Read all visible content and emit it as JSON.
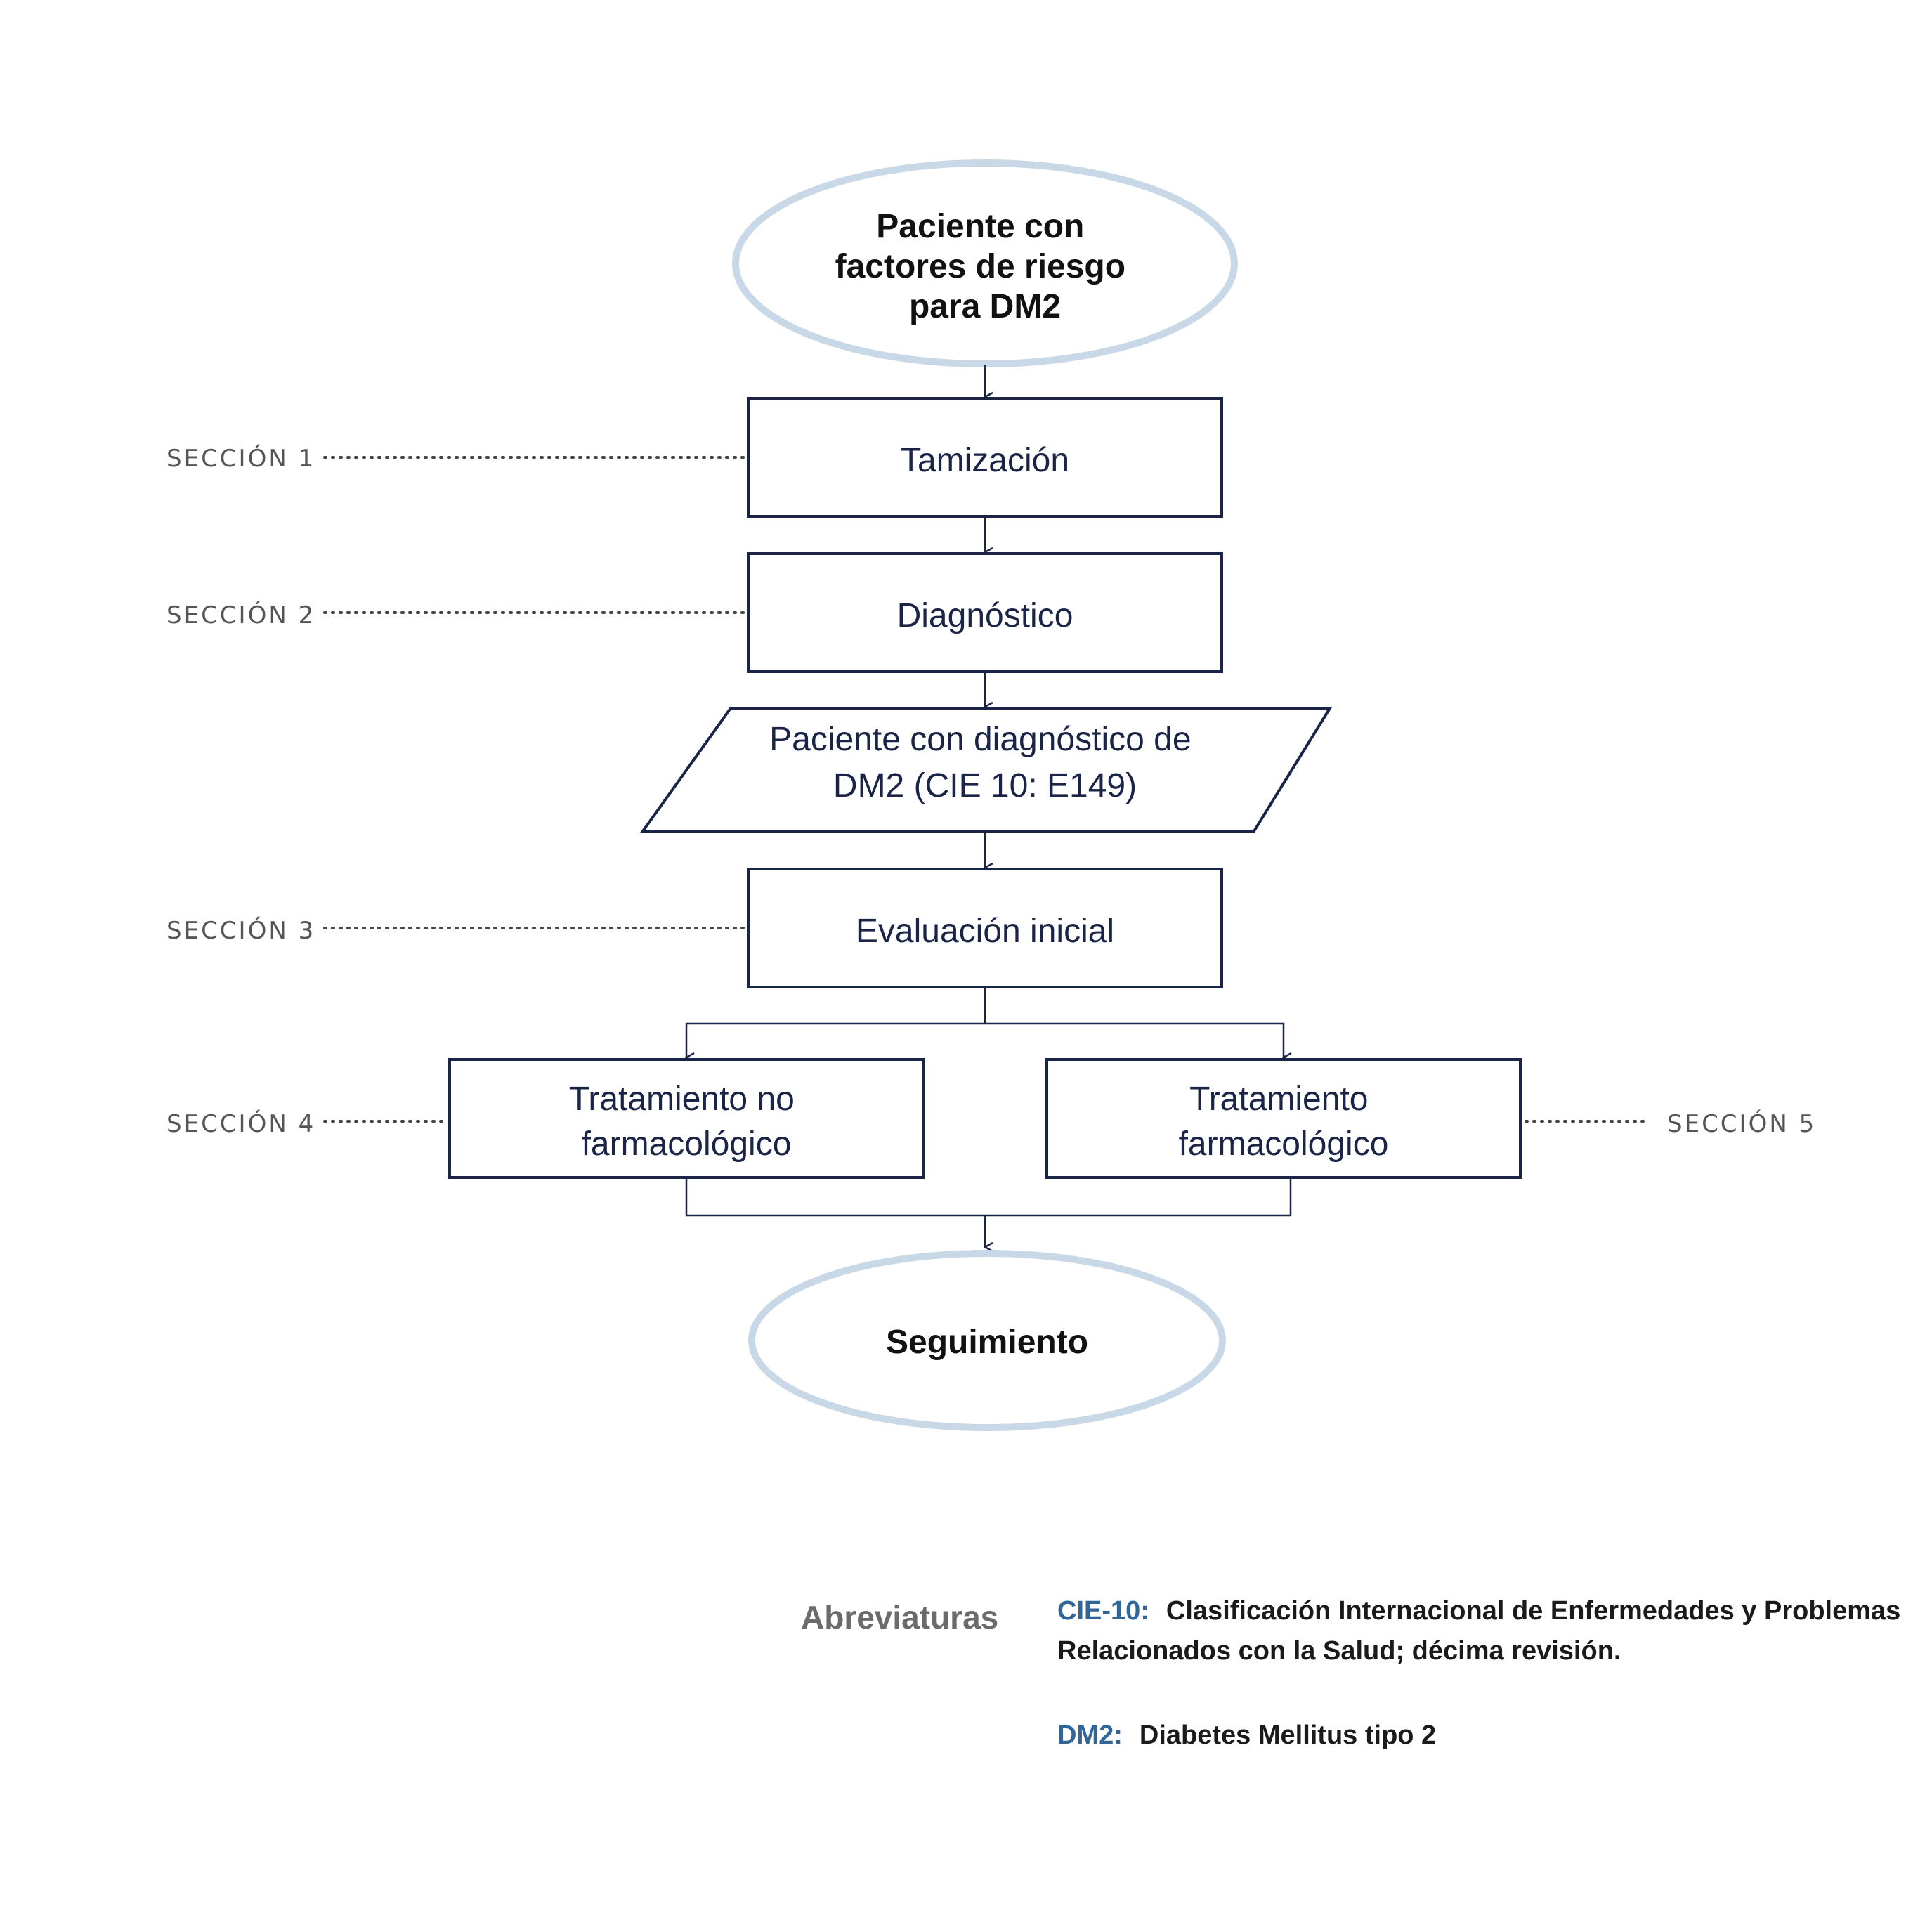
{
  "nodes": {
    "start": [
      "Paciente con",
      "factores de riesgo",
      "para DM2"
    ],
    "screening": "Tamización",
    "diagnosis": "Diagnóstico",
    "patient_dx": [
      "Paciente con diagnóstico de",
      "DM2 (CIE 10: E149)"
    ],
    "initial_eval": "Evaluación inicial",
    "non_pharm": [
      "Tratamiento no",
      "farmacológico"
    ],
    "pharm": [
      "Tratamiento",
      "farmacológico"
    ],
    "followup": "Seguimiento"
  },
  "sections": {
    "s1": "SECCIÓN 1",
    "s2": "SECCIÓN 2",
    "s3": "SECCIÓN 3",
    "s4": "SECCIÓN 4",
    "s5": "SECCIÓN 5"
  },
  "abbreviations": {
    "heading": "Abreviaturas",
    "items": [
      {
        "term": "CIE-10:",
        "definition": [
          "Clasificación Internacional de Enfermedades y Problemas",
          "Relacionados con la Salud; décima revisión."
        ]
      },
      {
        "term": "DM2:",
        "definition": [
          "Diabetes Mellitus tipo 2"
        ]
      }
    ]
  },
  "colors": {
    "box_stroke": "#1a2447",
    "oval_stroke": "#c8d8e6",
    "abbr_term": "#2f6597"
  }
}
